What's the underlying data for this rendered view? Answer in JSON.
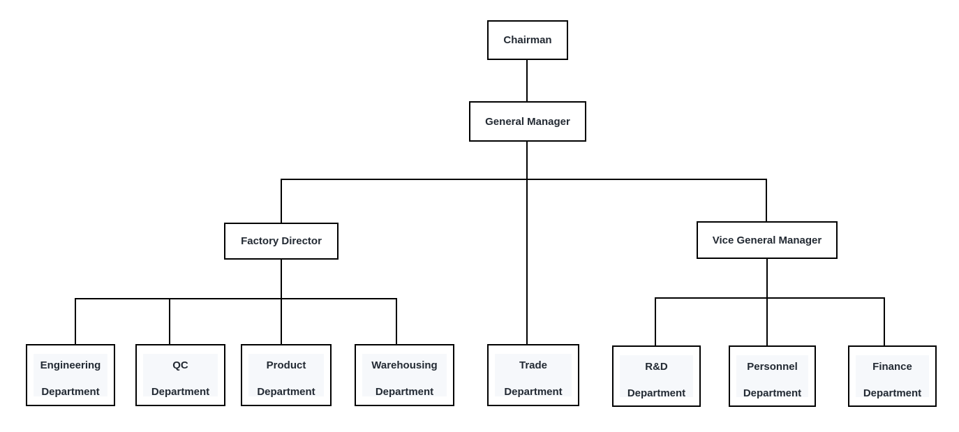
{
  "diagram": {
    "type": "org-chart",
    "colors": {
      "line": "#000000",
      "box_border": "#000000",
      "box_background": "#ffffff",
      "box_inner_tint": "#f6f8fb",
      "text": "#232a33"
    },
    "nodes": {
      "chairman": {
        "label": "Chairman"
      },
      "general_manager": {
        "label": "General Manager"
      },
      "factory_director": {
        "label": "Factory Director"
      },
      "vice_general_manager": {
        "label": "Vice General Manager"
      },
      "engineering": {
        "line1": "Engineering",
        "line2": "Department"
      },
      "qc": {
        "line1": "QC",
        "line2": "Department"
      },
      "product": {
        "line1": "Product",
        "line2": "Department"
      },
      "warehousing": {
        "line1": "Warehousing",
        "line2": "Department"
      },
      "trade": {
        "line1": "Trade",
        "line2": "Department"
      },
      "rnd": {
        "line1": "R&D",
        "line2": "Department"
      },
      "personnel": {
        "line1": "Personnel",
        "line2": "Department"
      },
      "finance": {
        "line1": "Finance",
        "line2": "Department"
      }
    },
    "edges": [
      {
        "from": "Chairman",
        "to": "General Manager"
      },
      {
        "from": "General Manager",
        "to": "Factory Director"
      },
      {
        "from": "General Manager",
        "to": "Trade Department"
      },
      {
        "from": "General Manager",
        "to": "Vice General Manager"
      },
      {
        "from": "Factory Director",
        "to": "Engineering Department"
      },
      {
        "from": "Factory Director",
        "to": "QC Department"
      },
      {
        "from": "Factory Director",
        "to": "Product Department"
      },
      {
        "from": "Factory Director",
        "to": "Warehousing Department"
      },
      {
        "from": "Vice General Manager",
        "to": "R&D Department"
      },
      {
        "from": "Vice General Manager",
        "to": "Personnel Department"
      },
      {
        "from": "Vice General Manager",
        "to": "Finance Department"
      }
    ]
  }
}
